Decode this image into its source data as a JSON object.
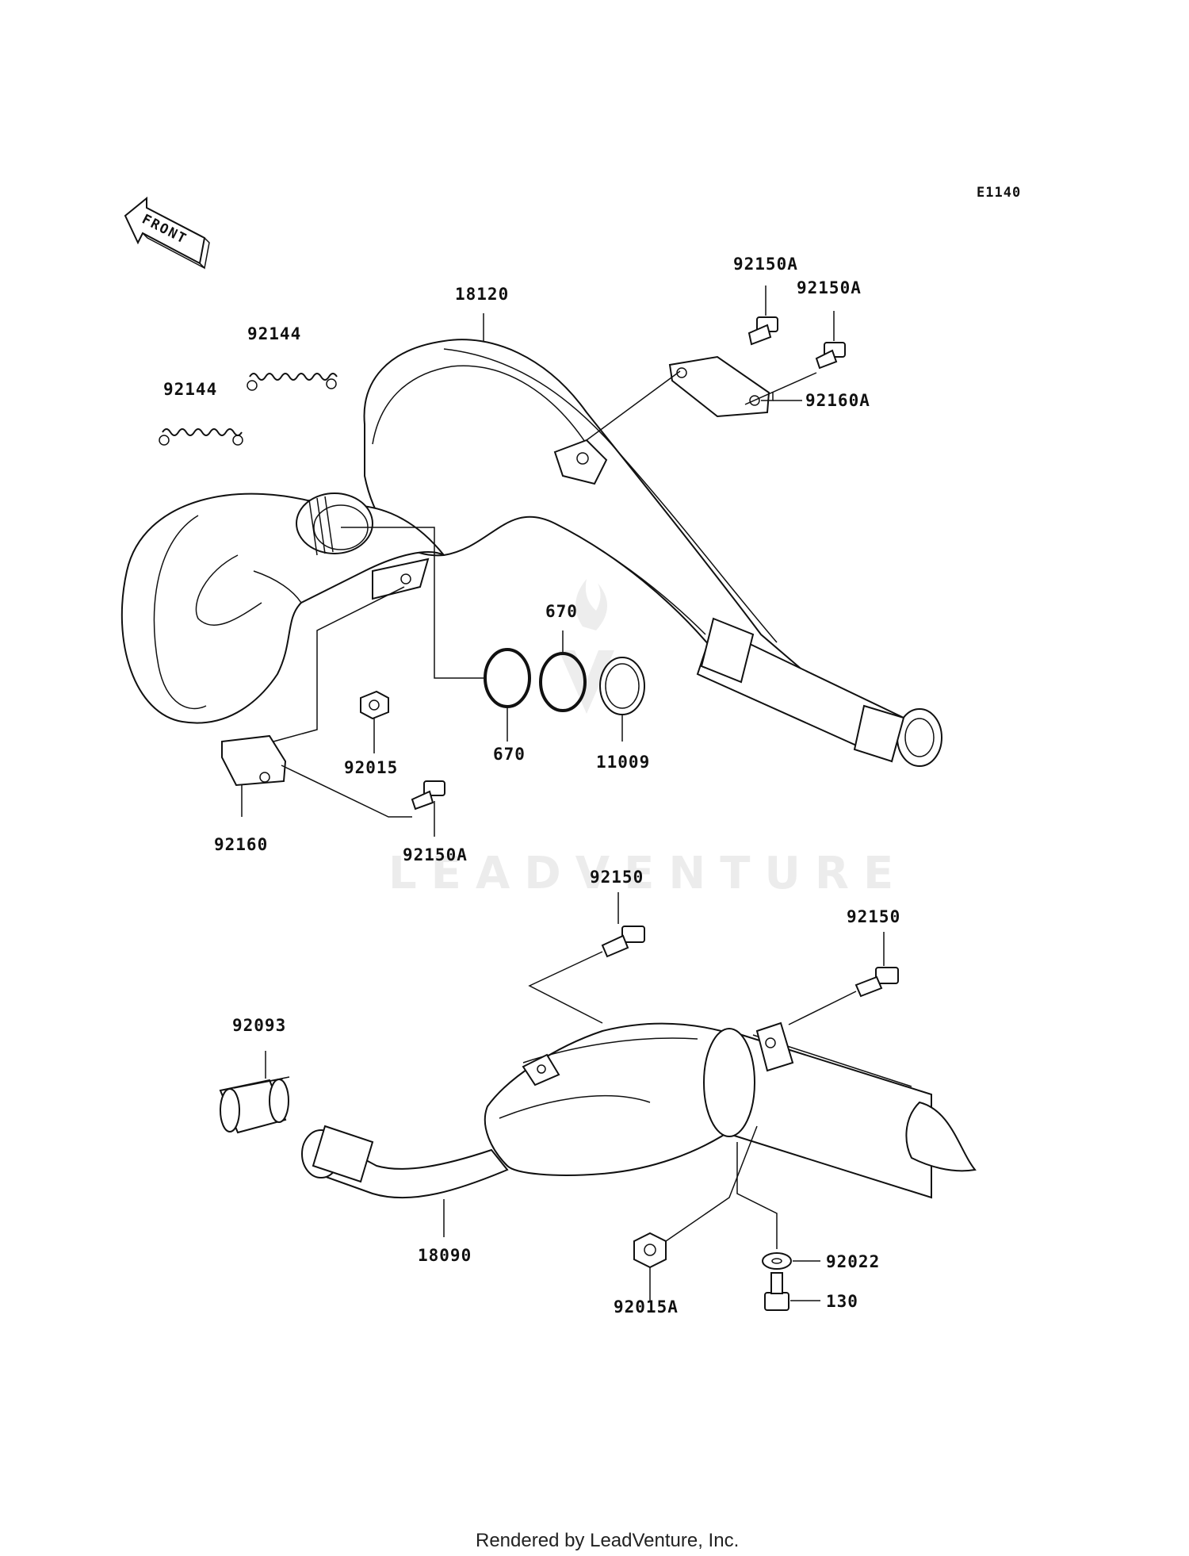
{
  "diagram": {
    "code": "E1140",
    "front_label": "FRONT",
    "watermark": "LEADVENTURE",
    "footer": "Rendered by LeadVenture, Inc."
  },
  "parts": {
    "p18120": "18120",
    "p92144_a": "92144",
    "p92144_b": "92144",
    "p92150A_a": "92150A",
    "p92150A_b": "92150A",
    "p92160A": "92160A",
    "p670_a": "670",
    "p670_b": "670",
    "p11009": "11009",
    "p92015": "92015",
    "p92160": "92160",
    "p92150A_c": "92150A",
    "p92150_a": "92150",
    "p92150_b": "92150",
    "p92093": "92093",
    "p18090": "18090",
    "p92015A": "92015A",
    "p92022": "92022",
    "p130": "130"
  }
}
